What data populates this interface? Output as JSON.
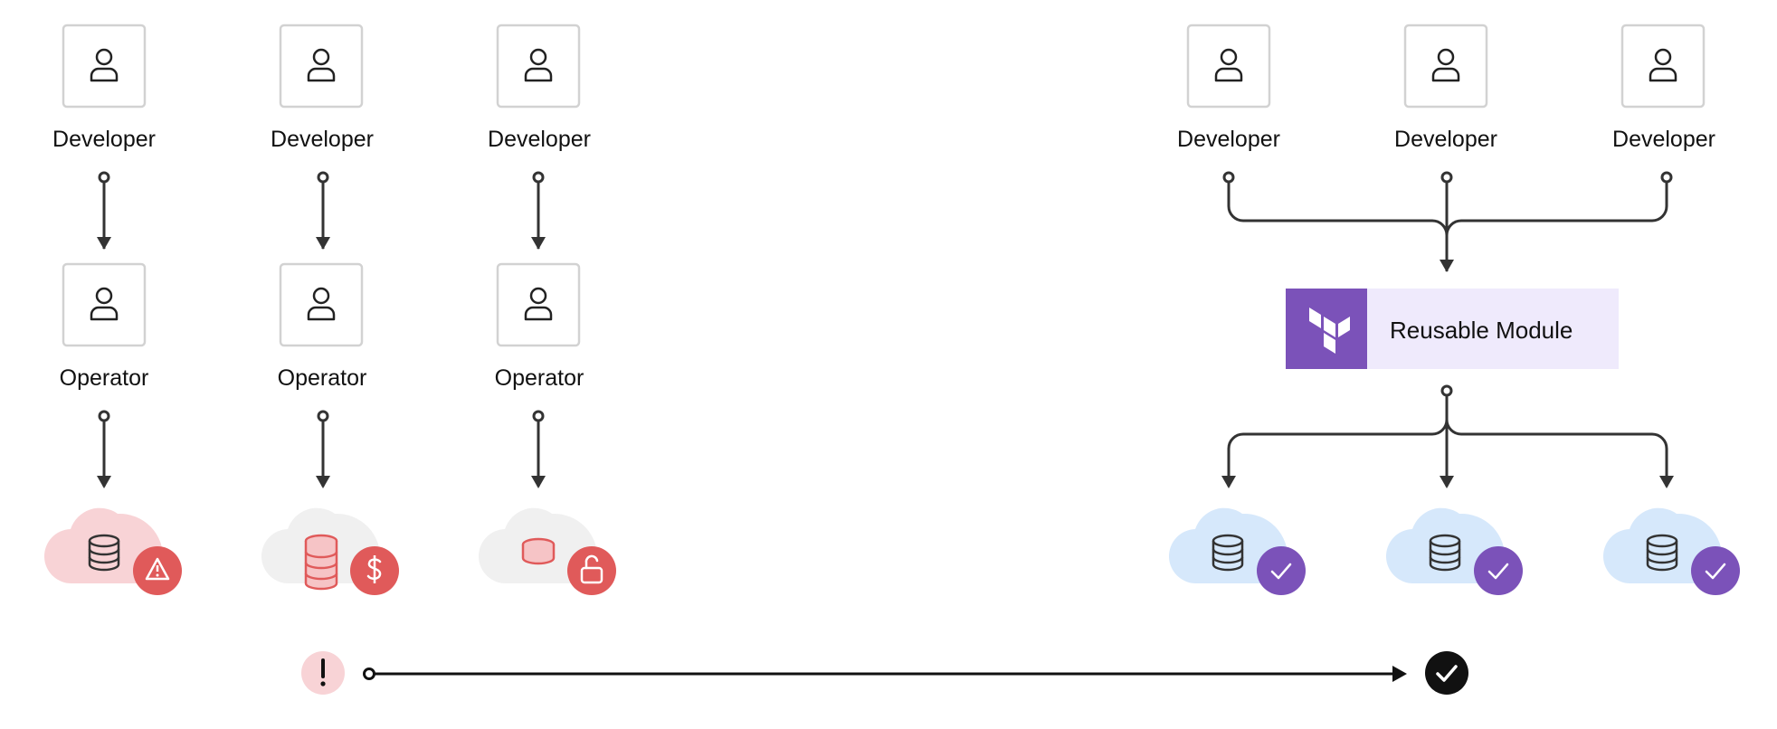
{
  "colors": {
    "line": "#333333",
    "box_border": "#d2d2d2",
    "warning_red": "#e05a5a",
    "cloud_pink": "#f8d3d6",
    "cloud_gray": "#f0f0f0",
    "cloud_blue": "#d6e8fb",
    "check_purple": "#7b52b9",
    "module_bg": "#efeafc",
    "module_icon_bg": "#7b52b9"
  },
  "left": {
    "columns": [
      {
        "top_role": "Developer",
        "bottom_role": "Operator",
        "resource_icon": "database-icon",
        "status_icon": "warning-triangle-icon"
      },
      {
        "top_role": "Developer",
        "bottom_role": "Operator",
        "resource_icon": "database-stack-icon",
        "status_icon": "dollar-icon"
      },
      {
        "top_role": "Developer",
        "bottom_role": "Operator",
        "resource_icon": "database-small-icon",
        "status_icon": "unlock-icon"
      }
    ]
  },
  "right": {
    "developers": [
      "Developer",
      "Developer",
      "Developer"
    ],
    "module": {
      "label": "Reusable Module",
      "icon": "terraform-icon"
    },
    "resources": [
      {
        "resource_icon": "database-icon",
        "status_icon": "check-icon"
      },
      {
        "resource_icon": "database-icon",
        "status_icon": "check-icon"
      },
      {
        "resource_icon": "database-icon",
        "status_icon": "check-icon"
      }
    ]
  },
  "progress": {
    "start_icon": "exclamation-icon",
    "end_icon": "check-circle-icon"
  }
}
